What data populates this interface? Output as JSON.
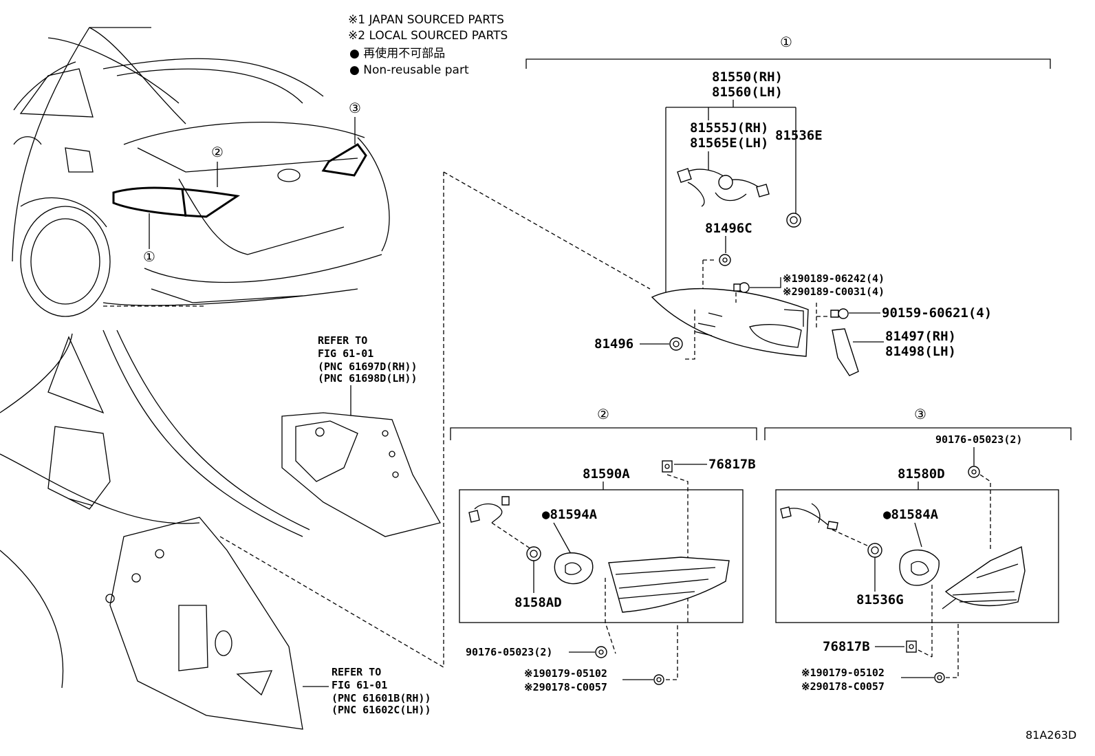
{
  "legend": {
    "note1": "※1 JAPAN SOURCED PARTS",
    "note2": "※2 LOCAL SOURCED PARTS",
    "bullet_jp": "● 再使用不可部品",
    "bullet_en": "● Non-reusable part"
  },
  "callouts": {
    "c1": "①",
    "c2": "②",
    "c3": "③"
  },
  "refs": {
    "upper": {
      "line1": "REFER TO",
      "line2": "FIG 61-01",
      "line3": "(PNC 61697D(RH))",
      "line4": "(PNC 61698D(LH))"
    },
    "lower": {
      "line1": "REFER TO",
      "line2": "FIG 61-01",
      "line3": "(PNC 61601B(RH))",
      "line4": "(PNC 61602C(LH))"
    }
  },
  "group1": {
    "p81550": "81550(RH)",
    "p81560": "81560(LH)",
    "p81555j": "81555J(RH)",
    "p81565e": "81565E(LH)",
    "p81536e": "81536E",
    "p81496c": "81496C",
    "p90189a": "※190189-06242(4)",
    "p90189b": "※290189-C0031(4)",
    "p90159": "90159-60621(4)",
    "p81496": "81496",
    "p81497": "81497(RH)",
    "p81498": "81498(LH)"
  },
  "group2": {
    "p81590a": "81590A",
    "p76817b": "76817B",
    "p81594a": "●81594A",
    "p8158ad": "8158AD",
    "p90176": "90176-05023(2)",
    "p90179": "※190179-05102",
    "p90178": "※290178-C0057"
  },
  "group3": {
    "p90176": "90176-05023(2)",
    "p81580d": "81580D",
    "p81584a": "●81584A",
    "p81536g": "81536G",
    "p76817b": "76817B",
    "p90179": "※190179-05102",
    "p90178": "※290178-C0057"
  },
  "figure_code": "81A263D"
}
